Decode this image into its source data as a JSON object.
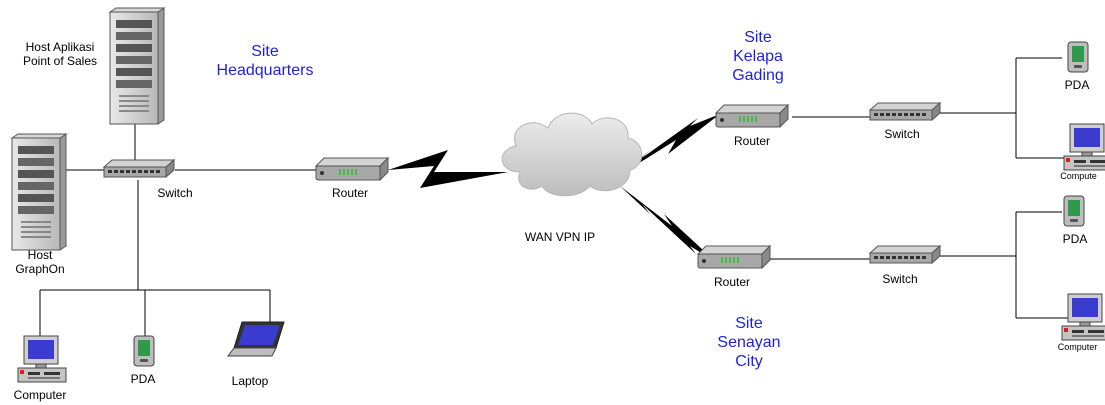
{
  "hq": {
    "site_line1": "Site",
    "site_line2": "Headquarters",
    "host_app_line1": "Host Aplikasi",
    "host_app_line2": "Point of Sales",
    "host_graphon_line1": "Host",
    "host_graphon_line2": "GraphOn",
    "switch": "Switch",
    "router": "Router",
    "computer": "Computer",
    "pda": "PDA",
    "laptop": "Laptop"
  },
  "wan": {
    "label": "WAN VPN IP"
  },
  "kelapa_gading": {
    "site_line1": "Site",
    "site_line2": "Kelapa",
    "site_line3": "Gading",
    "router": "Router",
    "switch": "Switch",
    "pda": "PDA",
    "computer": "Compute"
  },
  "senayan": {
    "site_line1": "Site",
    "site_line2": "Senayan",
    "site_line3": "City",
    "router": "Router",
    "switch": "Switch",
    "pda": "PDA",
    "computer": "Computer"
  },
  "colors": {
    "site_label": "#1f1fe0",
    "line": "#000000",
    "cloud": "#d4d4d4"
  }
}
